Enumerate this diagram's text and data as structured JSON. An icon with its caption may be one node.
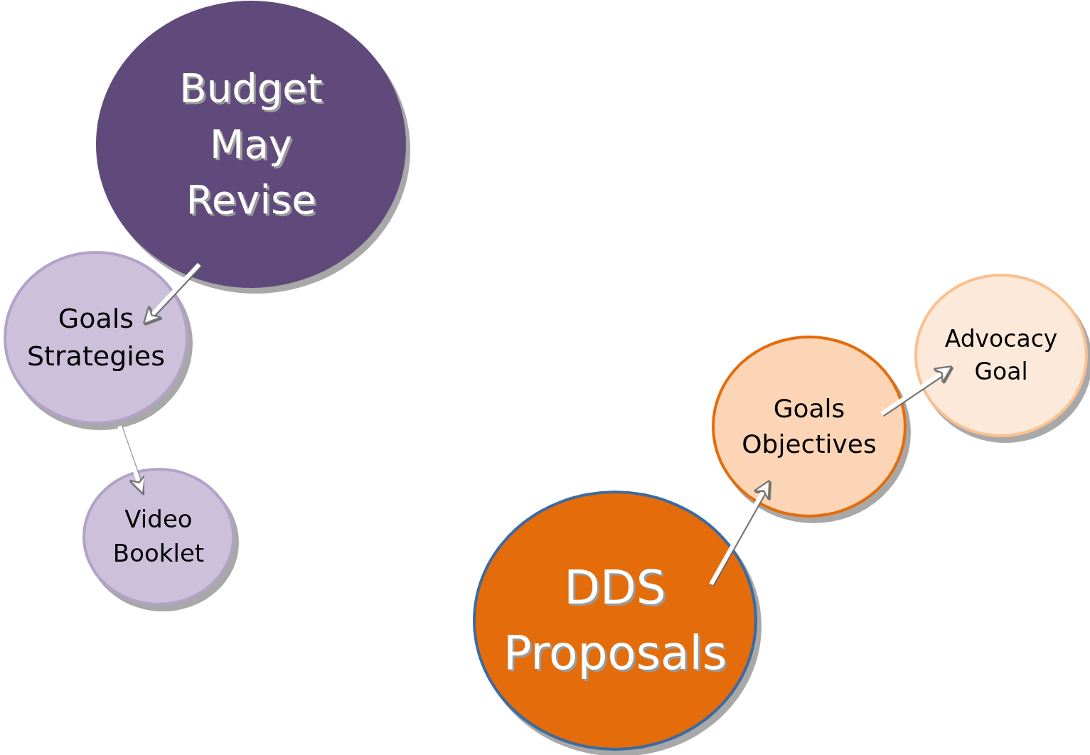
{
  "diagram": {
    "nodes": [
      {
        "text": [
          "Budget May Revise"
        ]
      },
      {
        "text": [
          "Goals Strategies"
        ]
      },
      {
        "text": [
          "Video Booklet"
        ]
      },
      {
        "text": [
          "DDS Proposals"
        ]
      },
      {
        "text": [
          "Goals Objectives"
        ]
      },
      {
        "text": [
          "Advocacy Goal"
        ]
      }
    ],
    "edges": [
      {
        "from": 0,
        "to": 1,
        "arrow": "to"
      },
      {
        "from": 1,
        "to": 2,
        "arrow": "to"
      },
      {
        "from": 3,
        "to": 4,
        "arrow": "to"
      },
      {
        "from": 4,
        "to": 5,
        "arrow": "to"
      }
    ]
  }
}
